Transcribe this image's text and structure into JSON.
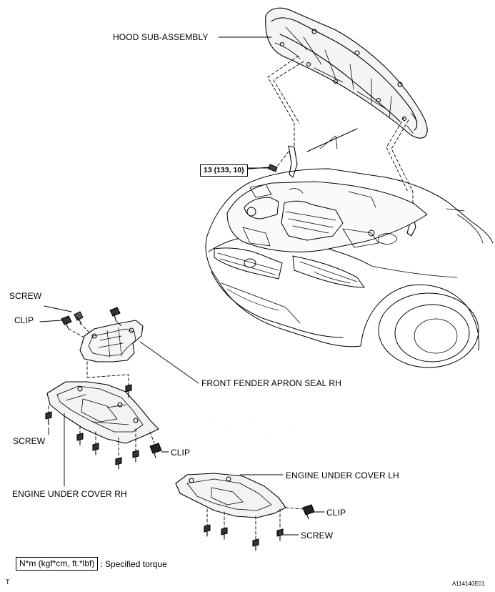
{
  "labels": {
    "hood": "HOOD SUB-ASSEMBLY",
    "torque": "13 (133, 10)",
    "screw_top": "SCREW",
    "clip_top": "CLIP",
    "fender_seal": "FRONT FENDER APRON SEAL RH",
    "screw_rh": "SCREW",
    "clip_rh": "CLIP",
    "cover_rh": "ENGINE UNDER COVER RH",
    "cover_lh": "ENGINE UNDER COVER LH",
    "clip_lh": "CLIP",
    "screw_lh": "SCREW"
  },
  "legend": {
    "unit": "N*m (kgf*cm, ft.*lbf)",
    "description": ": Specified torque"
  },
  "footer": {
    "left_mark": "T",
    "figure_id": "A114140E01"
  }
}
